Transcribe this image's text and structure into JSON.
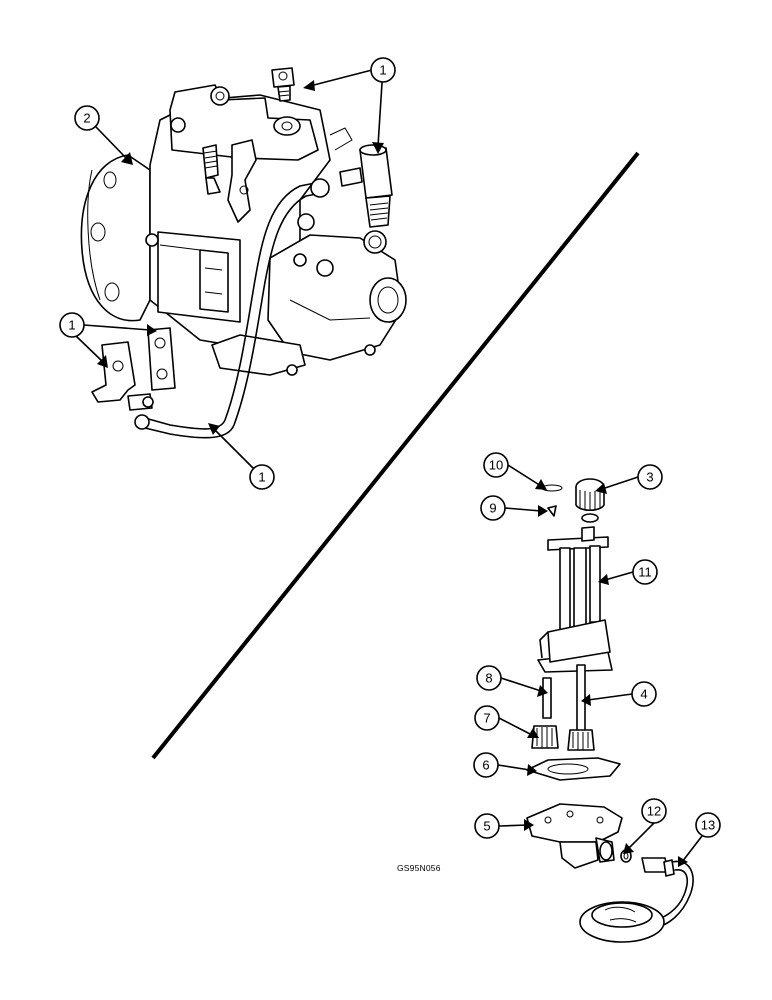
{
  "drawing_id": "GS95N056",
  "callouts": [
    {
      "label": "1"
    },
    {
      "label": "2"
    },
    {
      "label": "1"
    },
    {
      "label": "1"
    },
    {
      "label": "10"
    },
    {
      "label": "3"
    },
    {
      "label": "9"
    },
    {
      "label": "11"
    },
    {
      "label": "8"
    },
    {
      "label": "4"
    },
    {
      "label": "7"
    },
    {
      "label": "6"
    },
    {
      "label": "12"
    },
    {
      "label": "13"
    },
    {
      "label": "5"
    }
  ]
}
